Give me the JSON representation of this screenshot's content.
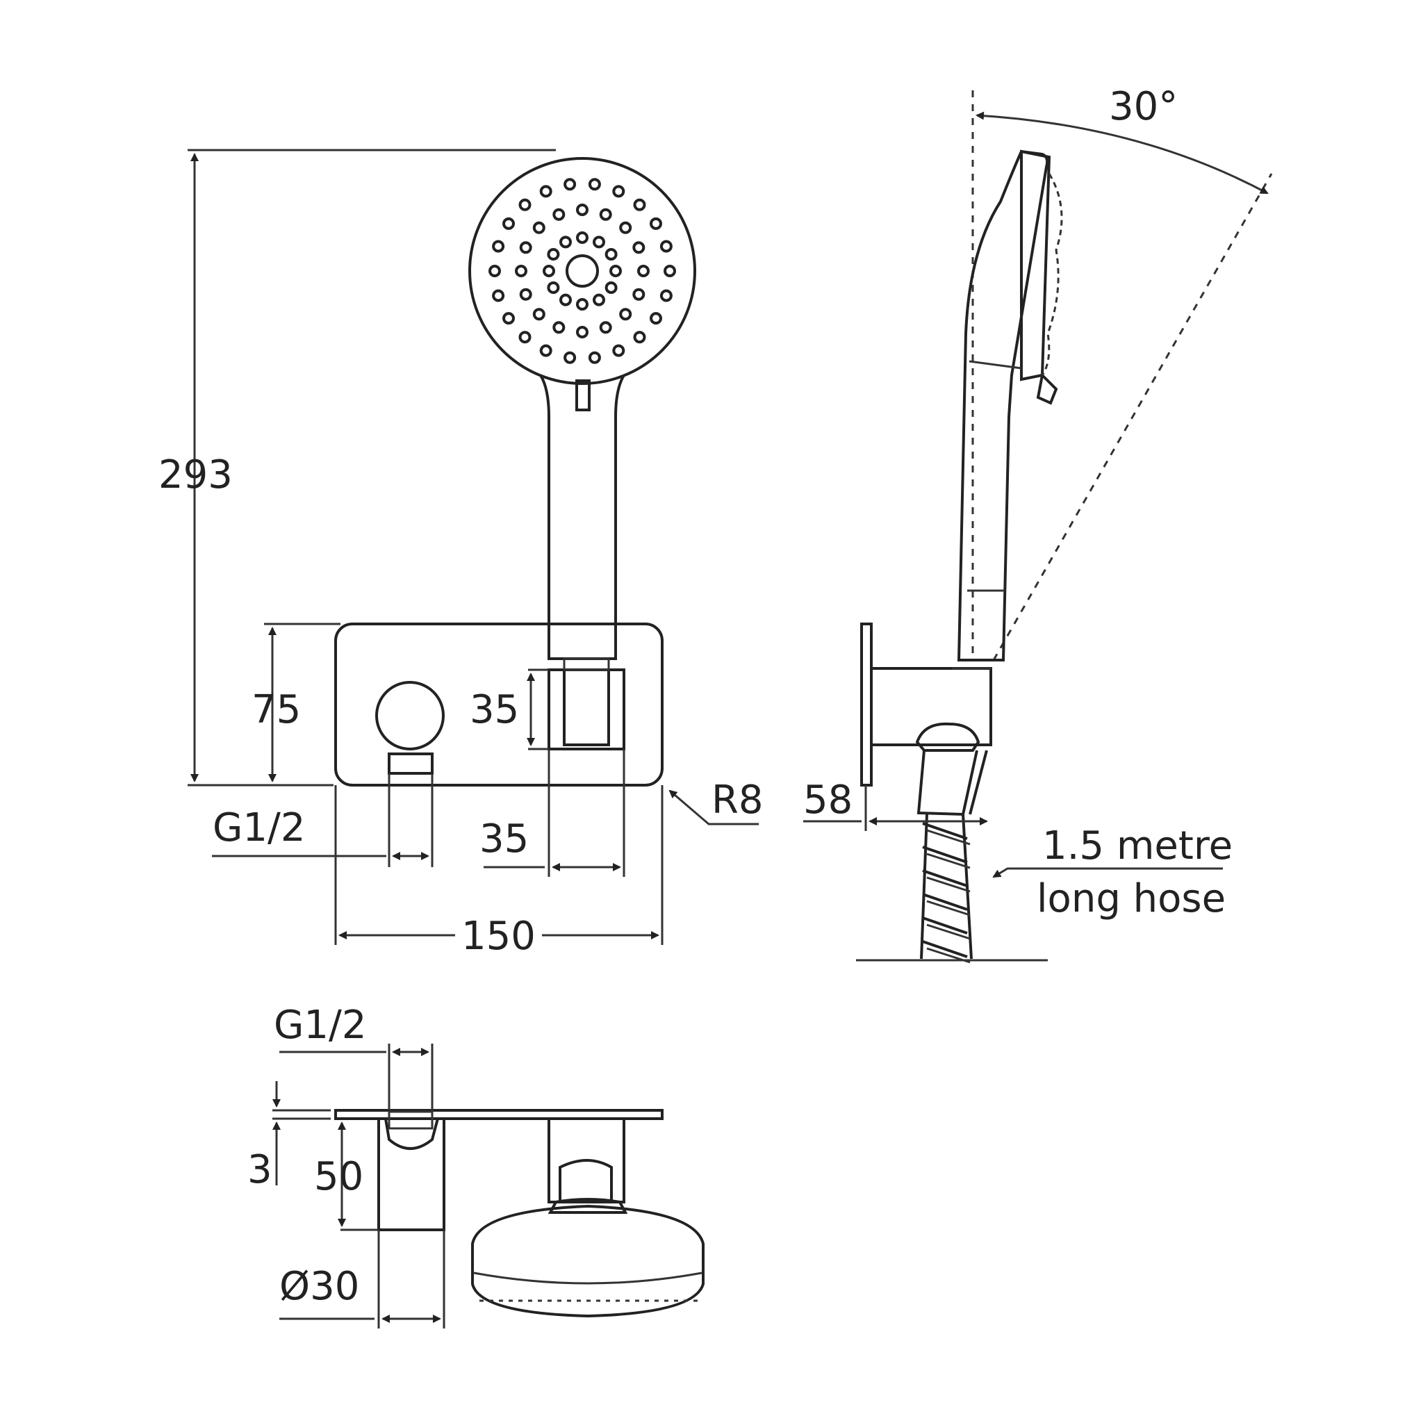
{
  "labels": {
    "height_total": "293",
    "angle": "30°",
    "plate_height": "75",
    "holder_height": "35",
    "corner_radius": "R8",
    "inlet_front": "G1/2",
    "holder_width": "35",
    "plate_width": "150",
    "projection": "58",
    "hose_line1": "1.5 metre",
    "hose_line2": "long hose",
    "inlet_top": "G1/2",
    "plate_thickness": "3",
    "outlet_length": "50",
    "outlet_diameter": "Ø30"
  },
  "icons": {
    "shower_head": "shower-head-icon"
  }
}
